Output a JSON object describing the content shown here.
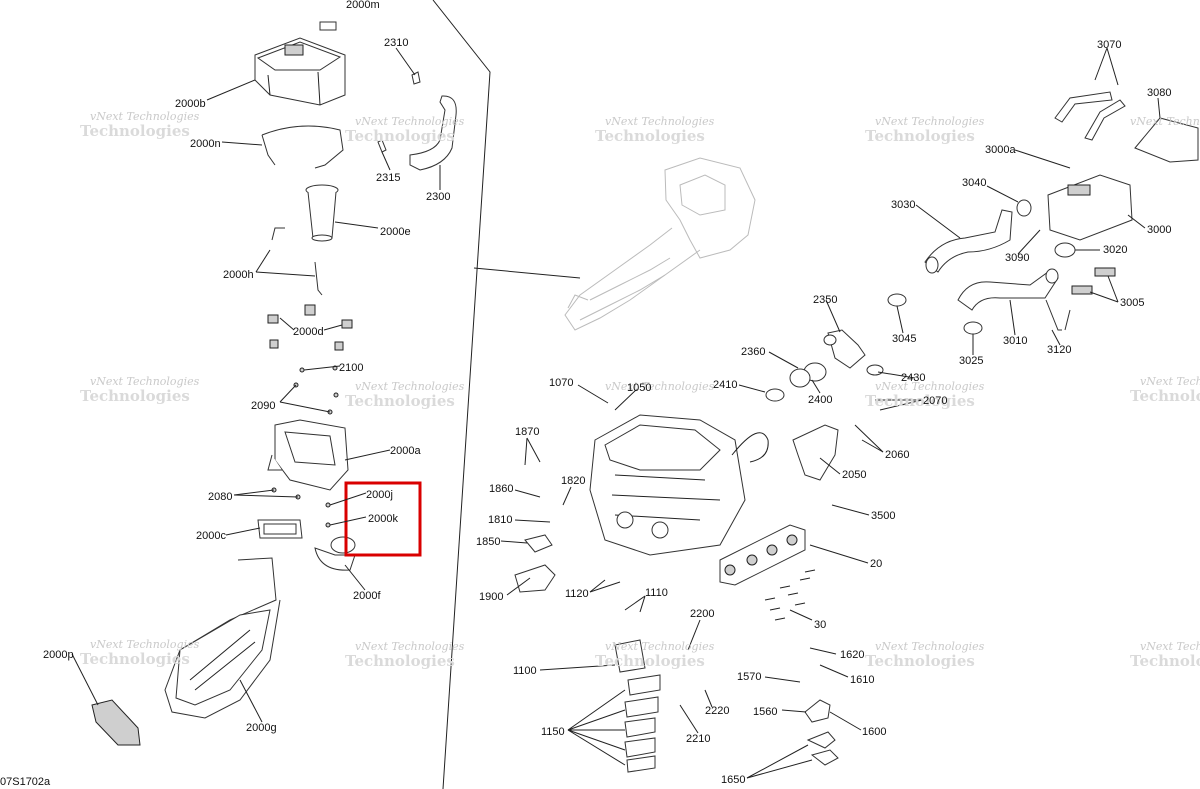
{
  "diagram_id": "07S1702a",
  "watermark": {
    "line1": "vNext Technologies",
    "line2": "Technologies"
  },
  "highlight_color": "#d90000",
  "labels": {
    "l2000m": "2000m",
    "l2000b": "2000b",
    "l2310": "2310",
    "l2000n": "2000n",
    "l2315": "2315",
    "l2300": "2300",
    "l2000e": "2000e",
    "l2000h": "2000h",
    "l2000d": "2000d",
    "l2100": "2100",
    "l2090": "2090",
    "l2000a": "2000a",
    "l2080": "2080",
    "l2000j": "2000j",
    "l2000k": "2000k",
    "l2000c": "2000c",
    "l2000f": "2000f",
    "l2000p": "2000p",
    "l2000g": "2000g",
    "l3070": "3070",
    "l3080": "3080",
    "l3000a": "3000a",
    "l3040": "3040",
    "l3030": "3030",
    "l3000": "3000",
    "l3090": "3090",
    "l3020": "3020",
    "l3005": "3005",
    "l2350": "2350",
    "l3045": "3045",
    "l3010": "3010",
    "l3025": "3025",
    "l3120": "3120",
    "l2360": "2360",
    "l2410": "2410",
    "l2400": "2400",
    "l2430": "2430",
    "l2070": "2070",
    "l1070": "1070",
    "l1050": "1050",
    "l2060": "2060",
    "l1870": "1870",
    "l2050": "2050",
    "l1820": "1820",
    "l1860": "1860",
    "l1810": "1810",
    "l3500": "3500",
    "l1850": "1850",
    "l20": "20",
    "l1120": "1120",
    "l1110": "1110",
    "l1900": "1900",
    "l30": "30",
    "l2200": "2200",
    "l1620": "1620",
    "l1100": "1100",
    "l1570": "1570",
    "l1610": "1610",
    "l2220": "2220",
    "l1560": "1560",
    "l1150": "1150",
    "l1600": "1600",
    "l2210": "2210",
    "l1650": "1650"
  }
}
